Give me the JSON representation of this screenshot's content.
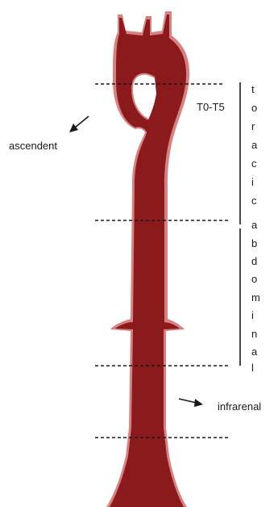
{
  "labels": {
    "ascendent": "ascendent",
    "t0_t5": "T0-T5",
    "infrarenal": "infrarenal"
  },
  "segments": {
    "toracic": [
      "t",
      "o",
      "r",
      "a",
      "c",
      "i",
      "c"
    ],
    "abdominal": [
      "a",
      "b",
      "d",
      "o",
      "m",
      "i",
      "n",
      "a",
      "l"
    ]
  },
  "colors": {
    "aorta_fill": "#8b1a1d",
    "aorta_highlight": "#d98080",
    "line": "#1a1a1a"
  },
  "icons": {
    "ascendent_arrow": "arrow-down-left-icon",
    "infrarenal_arrow": "arrow-right-icon"
  }
}
